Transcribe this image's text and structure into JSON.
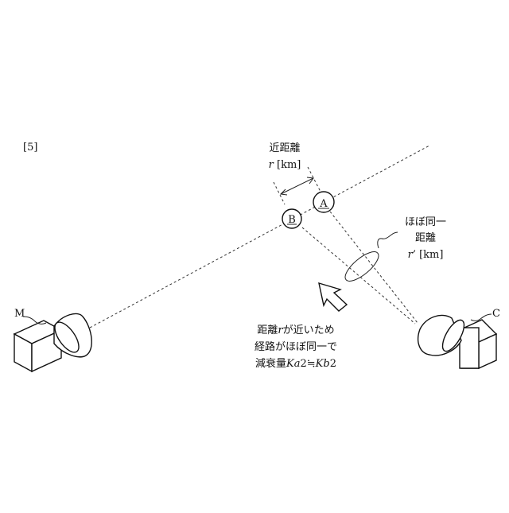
{
  "figure_label": "[5]",
  "antennas": {
    "left_label": "M",
    "right_label": "C"
  },
  "nodes": {
    "b_label": "B",
    "a_label": "A"
  },
  "near_distance": {
    "line1": "近距離",
    "line2_var": "r",
    "line2_unit": " [km]"
  },
  "same_distance": {
    "line1": "ほぼ同一",
    "line2": "距離",
    "line3_var": "r’",
    "line3_unit": " [km]"
  },
  "annotation": {
    "line1_pre": "距離",
    "line1_var": "r",
    "line1_post": "が近いため",
    "line2": "経路がほぼ同一で",
    "line3_pre": "減衰量",
    "line3_var1": "Ka",
    "line3_mid": "2≒",
    "line3_var2": "Kb",
    "line3_post": "2"
  }
}
